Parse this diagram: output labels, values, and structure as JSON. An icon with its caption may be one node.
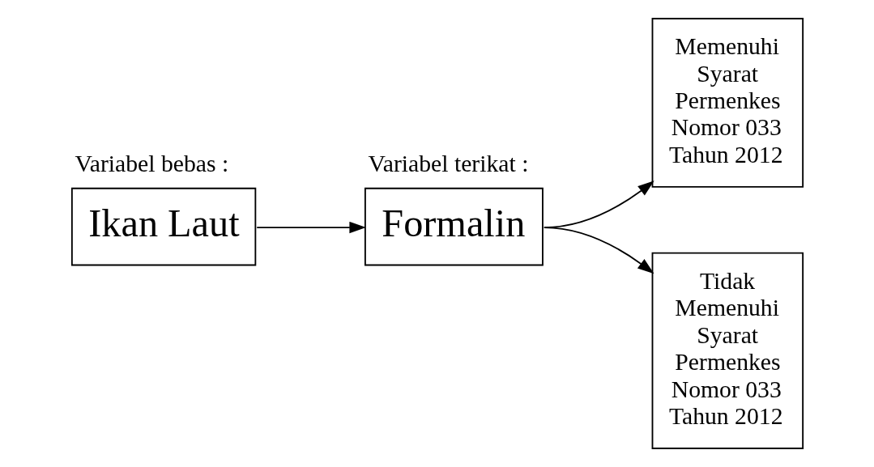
{
  "diagram": {
    "nodes": [
      {
        "text": [
          "Ikan Laut"
        ],
        "beside": [
          "Variabel bebas :"
        ]
      },
      {
        "text": [
          "Formalin"
        ],
        "beside": [
          "Variabel terikat :"
        ]
      },
      {
        "text": [
          "Memenuhi Syarat Permenkes Nomor 033 Tahun 2012"
        ]
      },
      {
        "text": [
          "Tidak Memenuhi Syarat Permenkes Nomor 033 Tahun 2012"
        ]
      }
    ],
    "edges": [
      {
        "from": 0,
        "to": 1,
        "arrow": "to"
      },
      {
        "from": 1,
        "to": 2,
        "arrow": "to"
      },
      {
        "from": 1,
        "to": 3,
        "arrow": "to"
      }
    ]
  }
}
